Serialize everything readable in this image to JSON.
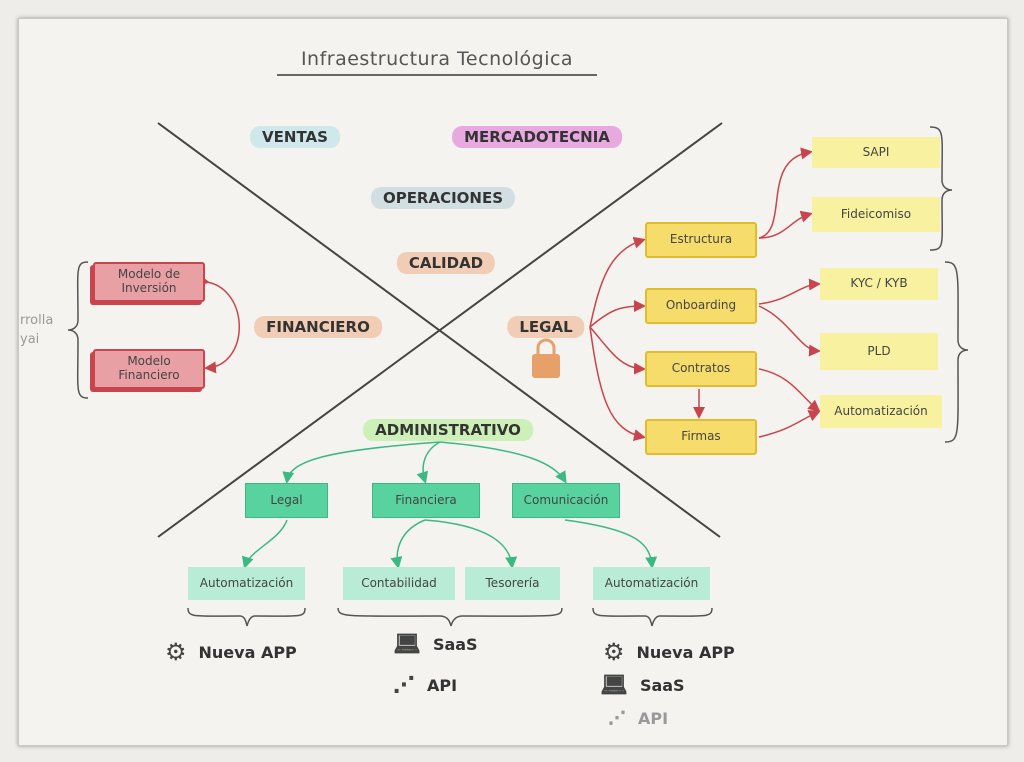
{
  "title": "Infraestructura Tecnológica",
  "categories": {
    "ventas": "VENTAS",
    "mercadotecnia": "MERCADOTECNIA",
    "operaciones": "OPERACIONES",
    "calidad": "CALIDAD",
    "financiero": "FINANCIERO",
    "legal": "LEGAL",
    "administrativo": "ADMINISTRATIVO"
  },
  "financiero_nodes": [
    "Modelo de Inversión",
    "Modelo Financiero"
  ],
  "left_side_text": [
    "rrolla",
    "yai"
  ],
  "legal_nodes": [
    "Estructura",
    "Onboarding",
    "Contratos",
    "Firmas"
  ],
  "legal_subnodes": [
    "SAPI",
    "Fideicomiso",
    "KYC / KYB",
    "PLD",
    "Automatización"
  ],
  "admin_nodes": [
    "Legal",
    "Financiera",
    "Comunicación"
  ],
  "admin_subnodes": [
    "Automatización",
    "Contabilidad",
    "Tesorería",
    "Automatización"
  ],
  "bottom": {
    "left": [
      {
        "icon": "gear-icon",
        "label": "Nueva APP"
      }
    ],
    "center": [
      {
        "icon": "laptop-icon",
        "label": "SaaS"
      },
      {
        "icon": "network-icon",
        "label": "API"
      }
    ],
    "right": [
      {
        "icon": "gear-icon",
        "label": "Nueva APP"
      },
      {
        "icon": "laptop-icon",
        "label": "SaaS"
      },
      {
        "icon": "network-icon",
        "label": "API"
      }
    ]
  },
  "colors": {
    "red": "#c8454d",
    "yellow": "#e1bc2f",
    "green": "#3cb883",
    "lock": "#e8a06a"
  }
}
